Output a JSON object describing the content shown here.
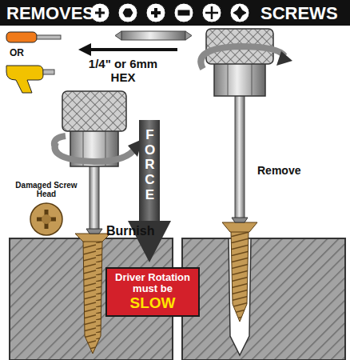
{
  "diagram": {
    "nodes": [
      {
        "text": [
          "Driver Rotation must be",
          "SLOW"
        ]
      }
    ],
    "labels": [
      "REMOVES",
      "SCREWS",
      "OR",
      "1/4\" or 6mm HEX",
      "FORCE",
      "Damaged Screw Head",
      "Burnish",
      "Remove"
    ]
  }
}
